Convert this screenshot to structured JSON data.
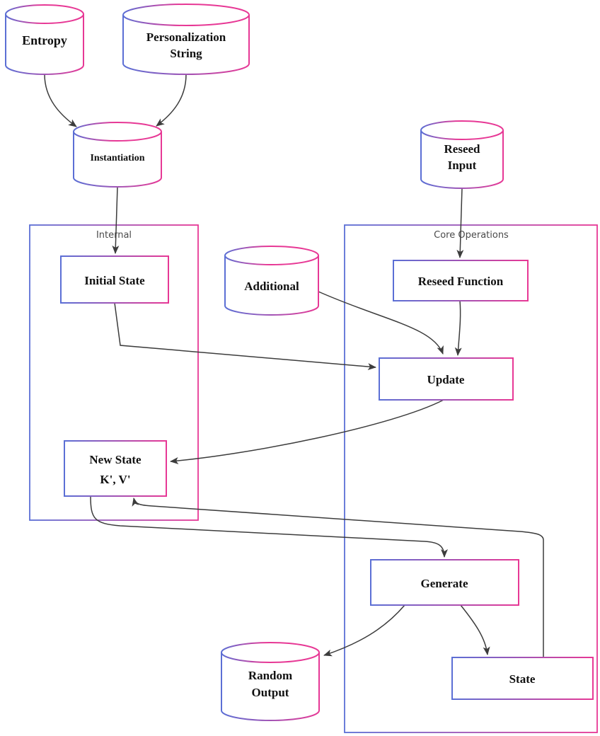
{
  "diagram": {
    "type": "flow-diagram",
    "subject": "DRBG instantiation / reseed / generate data flow",
    "containers": {
      "internal": {
        "label": "Internal"
      },
      "core_operations": {
        "label": "Core Operations"
      }
    },
    "nodes": {
      "entropy": {
        "shape": "cylinder",
        "label": "Entropy"
      },
      "personalization_string": {
        "shape": "cylinder",
        "line1": "Personalization",
        "line2": "String"
      },
      "instantiation": {
        "shape": "cylinder",
        "label": "Instantiation"
      },
      "reseed_input": {
        "shape": "cylinder",
        "line1": "Reseed",
        "line2": "Input"
      },
      "additional": {
        "shape": "cylinder",
        "label": "Additional"
      },
      "random_output": {
        "shape": "cylinder",
        "line1": "Random",
        "line2": "Output"
      },
      "initial_state": {
        "shape": "rect",
        "label": "Initial State"
      },
      "reseed_function": {
        "shape": "rect",
        "label": "Reseed Function"
      },
      "update": {
        "shape": "rect",
        "label": "Update"
      },
      "new_state": {
        "shape": "rect",
        "line1": "New State",
        "line2": "K', V'"
      },
      "generate": {
        "shape": "rect",
        "label": "Generate"
      },
      "state": {
        "shape": "rect",
        "label": "State"
      }
    },
    "edges": [
      {
        "from": "entropy",
        "to": "instantiation"
      },
      {
        "from": "personalization_string",
        "to": "instantiation"
      },
      {
        "from": "instantiation",
        "to": "initial_state"
      },
      {
        "from": "reseed_input",
        "to": "reseed_function"
      },
      {
        "from": "initial_state",
        "to": "update"
      },
      {
        "from": "additional",
        "to": "update"
      },
      {
        "from": "reseed_function",
        "to": "update"
      },
      {
        "from": "update",
        "to": "new_state"
      },
      {
        "from": "new_state",
        "to": "generate"
      },
      {
        "from": "state",
        "to": "new_state"
      },
      {
        "from": "generate",
        "to": "random_output"
      },
      {
        "from": "generate",
        "to": "state"
      }
    ],
    "colors": {
      "stroke_blue": "#5b6fd5",
      "stroke_pink": "#e73895",
      "arrow": "#3c3c3c",
      "node_fill": "#ffffff",
      "label_text": "#111111",
      "container_label": "#4a4a4a",
      "background": "#ffffff"
    }
  }
}
